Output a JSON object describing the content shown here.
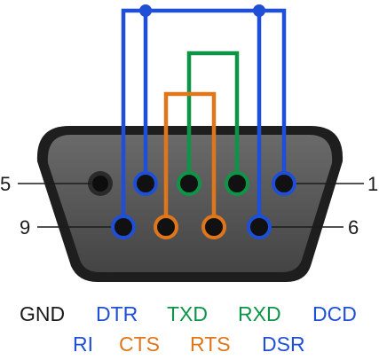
{
  "colors": {
    "blue": "#1f4fd6",
    "green": "#0e9446",
    "orange": "#e0761b",
    "black": "#1a1a1a",
    "shell_outer": "#1e1e1e",
    "shell_inner": "#555555"
  },
  "pin_numbers": {
    "pin1": "1",
    "pin5": "5",
    "pin6": "6",
    "pin9": "9"
  },
  "signals": {
    "gnd": "GND",
    "dtr": "DTR",
    "txd": "TXD",
    "rxd": "RXD",
    "dcd": "DCD",
    "ri": "RI",
    "cts": "CTS",
    "rts": "RTS",
    "dsr": "DSR"
  }
}
